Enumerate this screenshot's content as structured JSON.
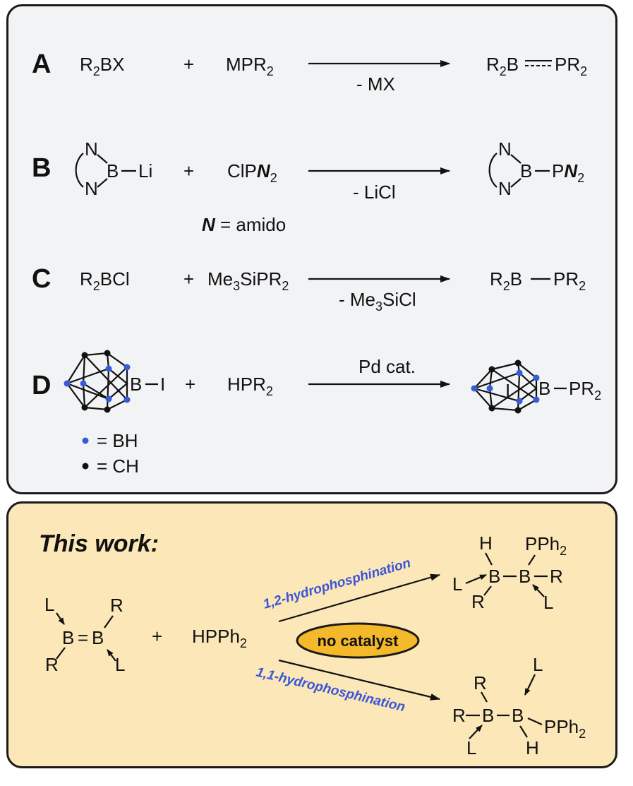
{
  "rows": {
    "A": {
      "letter": "A",
      "reactant": "R",
      "reactant_sub": "2",
      "reactant_tail": "BX",
      "plus": "+",
      "reagent": "MPR",
      "reagent_sub": "2",
      "byproduct": "- MX",
      "product_a": "R",
      "product_a_sub": "2",
      "product_b": "B",
      "product_c": "PR",
      "product_c_sub": "2"
    },
    "B": {
      "letter": "B",
      "atom_n": "N",
      "atom_b": "B",
      "atom_li": "Li",
      "plus": "+",
      "reagent": "ClP",
      "reagent_n": "N",
      "reagent_sub": "2",
      "byproduct": "- LiCl",
      "product_p": "P",
      "product_n": "N",
      "product_sub": "2",
      "footnote_n": "N",
      "footnote_text": " = amido"
    },
    "C": {
      "letter": "C",
      "reactant": "R",
      "reactant_sub": "2",
      "reactant_tail": "BCl",
      "plus": "+",
      "reagent_a": "Me",
      "reagent_sub1": "3",
      "reagent_b": "SiPR",
      "reagent_sub2": "2",
      "byproduct_a": "- Me",
      "byproduct_sub": "3",
      "byproduct_b": "SiCl",
      "product_a": "R",
      "product_a_sub": "2",
      "product_b": "B",
      "product_c": "PR",
      "product_c_sub": "2"
    },
    "D": {
      "letter": "D",
      "atom_b": "B",
      "atom_i": "I",
      "plus": "+",
      "reagent": "HPR",
      "reagent_sub": "2",
      "catalyst": "Pd cat.",
      "product_b": "B",
      "product_p": "PR",
      "product_sub": "2",
      "product_inner": "I",
      "legend_bh": "= BH",
      "legend_ch": "= CH"
    }
  },
  "this_work": {
    "title": "This work:",
    "reactant": {
      "l": "L",
      "r": "R",
      "b": "B",
      "bond": "="
    },
    "plus": "+",
    "reagent": "HPPh",
    "reagent_sub": "2",
    "path_12": "1,2-hydrophosphination",
    "path_11": "1,1-hydrophosphination",
    "badge": "no catalyst",
    "prod1": {
      "h": "H",
      "pph": "PPh",
      "sub": "2",
      "l": "L",
      "b": "B",
      "r": "R"
    },
    "prod2": {
      "r": "R",
      "l": "L",
      "b": "B",
      "pph": "PPh",
      "sub": "2",
      "h": "H"
    }
  },
  "colors": {
    "bh_dot": "#3a5bd9",
    "ch_dot": "#111111",
    "top_panel": "#f2f3f5",
    "bottom_panel": "#fbe7b7",
    "badge_fill": "#f3b92a",
    "label_blue": "#3a55d8"
  }
}
